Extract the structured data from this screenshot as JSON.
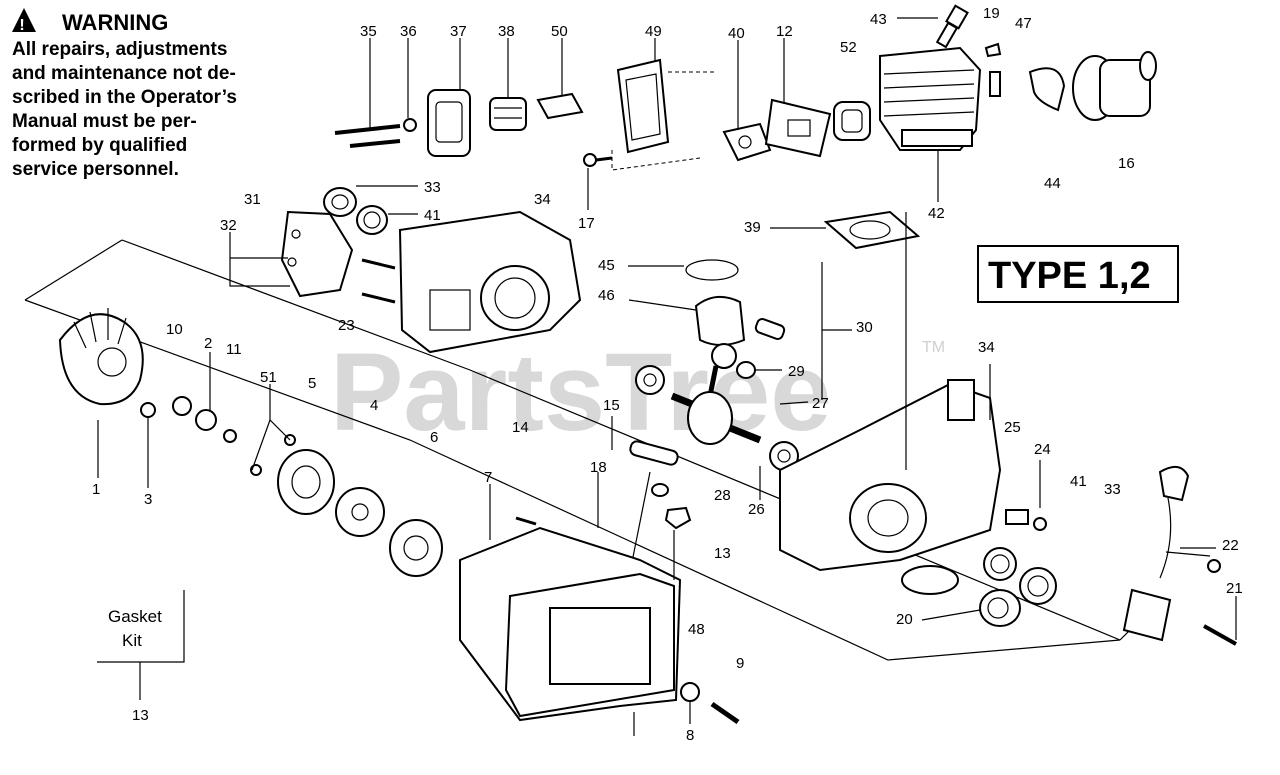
{
  "warning": {
    "title": "WARNING",
    "lines": [
      "All repairs, adjustments",
      "and maintenance not de-",
      "scribed in the Operator’s",
      "Manual must be per-",
      "formed by qualified",
      "service personnel."
    ]
  },
  "type_box": "TYPE 1,2",
  "watermark": "PartsTree",
  "trademark": "TM",
  "gasket_kit": {
    "line1": "Gasket",
    "line2": "Kit",
    "number": "13"
  },
  "callouts": [
    {
      "label": "35"
    },
    {
      "label": "36"
    },
    {
      "label": "37"
    },
    {
      "label": "38"
    },
    {
      "label": "50"
    },
    {
      "label": "49"
    },
    {
      "label": "40"
    },
    {
      "label": "12"
    },
    {
      "label": "52"
    },
    {
      "label": "43"
    },
    {
      "label": "19"
    },
    {
      "label": "47"
    },
    {
      "label": "16"
    },
    {
      "label": "44"
    },
    {
      "label": "42"
    },
    {
      "label": "31"
    },
    {
      "label": "33"
    },
    {
      "label": "41"
    },
    {
      "label": "34"
    },
    {
      "label": "17"
    },
    {
      "label": "32"
    },
    {
      "label": "39"
    },
    {
      "label": "45"
    },
    {
      "label": "46"
    },
    {
      "label": "30"
    },
    {
      "label": "23"
    },
    {
      "label": "10"
    },
    {
      "label": "2"
    },
    {
      "label": "11"
    },
    {
      "label": "51"
    },
    {
      "label": "5"
    },
    {
      "label": "4"
    },
    {
      "label": "29"
    },
    {
      "label": "34"
    },
    {
      "label": "27"
    },
    {
      "label": "15"
    },
    {
      "label": "25"
    },
    {
      "label": "6"
    },
    {
      "label": "14"
    },
    {
      "label": "24"
    },
    {
      "label": "1"
    },
    {
      "label": "3"
    },
    {
      "label": "7"
    },
    {
      "label": "18"
    },
    {
      "label": "28"
    },
    {
      "label": "26"
    },
    {
      "label": "41"
    },
    {
      "label": "33"
    },
    {
      "label": "13"
    },
    {
      "label": "22"
    },
    {
      "label": "21"
    },
    {
      "label": "20"
    },
    {
      "label": "48"
    },
    {
      "label": "9"
    },
    {
      "label": "8"
    }
  ]
}
